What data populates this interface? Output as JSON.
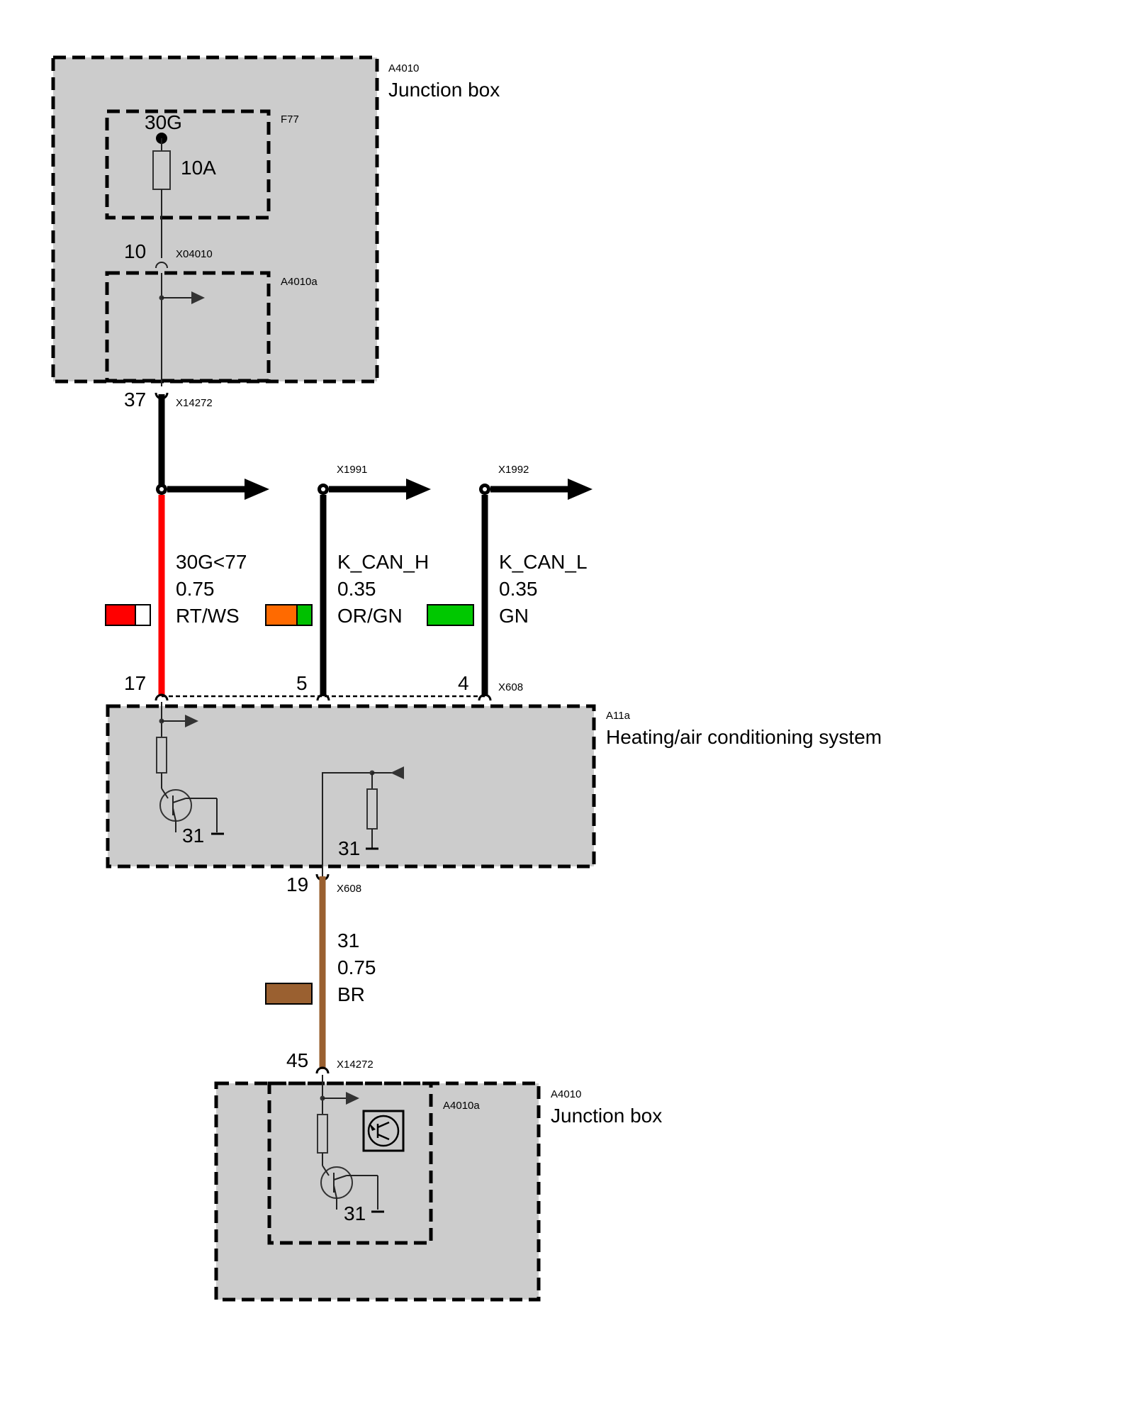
{
  "components": {
    "junction_top": {
      "code": "A4010",
      "name": "Junction box"
    },
    "fuse_box": {
      "code": "F77",
      "terminal": "30G",
      "rating": "10A"
    },
    "sub_top": {
      "code": "A4010a"
    },
    "hvac": {
      "code": "A11a",
      "name": "Heating/air conditioning system"
    },
    "junction_bottom": {
      "code": "A4010",
      "name": "Junction box"
    },
    "sub_bottom": {
      "code": "A4010a"
    }
  },
  "connectors": {
    "x04010": {
      "code": "X04010",
      "pin": "10"
    },
    "x14272_top": {
      "code": "X14272",
      "pin": "37"
    },
    "x1991": {
      "code": "X1991"
    },
    "x1992": {
      "code": "X1992"
    },
    "x608_top": {
      "code": "X608",
      "pins": [
        "17",
        "5",
        "4"
      ]
    },
    "x608_bottom": {
      "code": "X608",
      "pin": "19"
    },
    "x14272_bottom": {
      "code": "X14272",
      "pin": "45"
    }
  },
  "wires": [
    {
      "signal": "30G<77",
      "gauge": "0.75",
      "color_code": "RT/WS",
      "colors": [
        "#ff0000",
        "#ffffff"
      ],
      "line_color": "#ff0000"
    },
    {
      "signal": "K_CAN_H",
      "gauge": "0.35",
      "color_code": "OR/GN",
      "colors": [
        "#ff6a00",
        "#00c000"
      ],
      "line_color": "#000000"
    },
    {
      "signal": "K_CAN_L",
      "gauge": "0.35",
      "color_code": "GN",
      "colors": [
        "#00c800"
      ],
      "line_color": "#000000"
    },
    {
      "signal": "31",
      "gauge": "0.75",
      "color_code": "BR",
      "colors": [
        "#9a6030"
      ],
      "line_color": "#9a6030"
    }
  ],
  "ground_labels": {
    "hvac_left": "31",
    "hvac_right": "31",
    "jb_bottom": "31"
  }
}
